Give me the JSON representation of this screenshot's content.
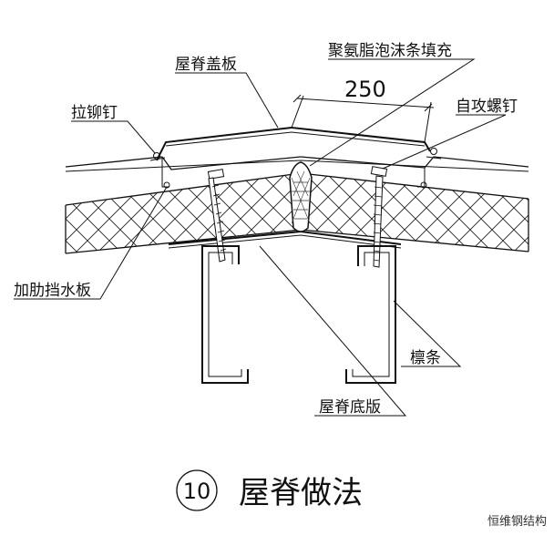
{
  "labels": {
    "ridge_cover": "屋脊盖板",
    "foam_filler": "聚氨脂泡沫条填充",
    "rivet": "拉铆钉",
    "self_tapping_screw": "自攻螺钉",
    "flashing": "加肋挡水板",
    "purlin": "檩条",
    "ridge_base": "屋脊底版"
  },
  "dimension": "250",
  "caption": {
    "number": "10",
    "title": "屋脊做法"
  },
  "watermark": "恒维钢结构"
}
